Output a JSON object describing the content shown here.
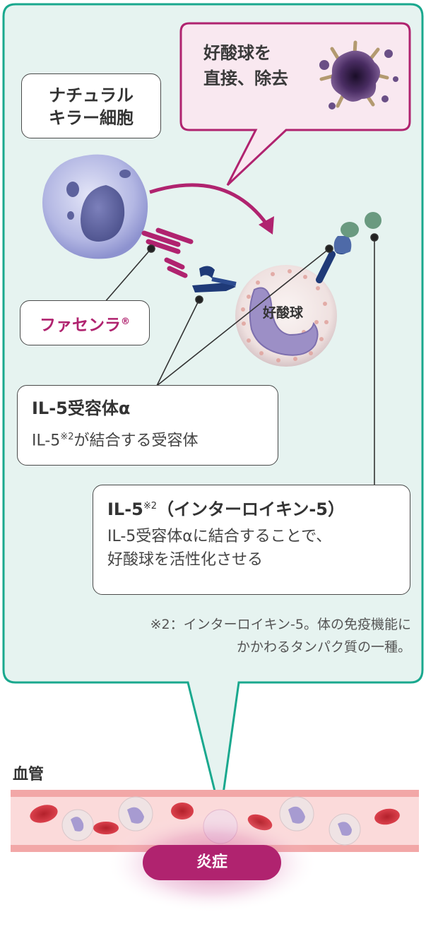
{
  "labels": {
    "nk_cell": [
      "ナチュラル",
      "キラー細胞"
    ],
    "eosinophil_callout": [
      "好酸球を",
      "直接、除去"
    ],
    "eosinophil": "好酸球",
    "drug_name": "ファセンラ",
    "drug_mark": "®",
    "receptor_title": "IL-5受容体α",
    "receptor_desc_pre": "IL-5",
    "receptor_desc_sup": "※2",
    "receptor_desc_post": "が結合する受容体",
    "il5_title_pre": "IL-5",
    "il5_title_sup": "※2",
    "il5_title_post": "（インターロイキン-5）",
    "il5_desc": [
      "IL-5受容体αに結合することで、",
      "好酸球を活性化させる"
    ],
    "footnote": [
      "※2：インターロイキン-5。体の免疫機能に",
      "かかわるタンパク質の一種。"
    ],
    "vessel": "血管",
    "inflammation": "炎症"
  },
  "colors": {
    "panel_bg": "#e6f3f0",
    "panel_border": "#1aa88e",
    "brand_magenta": "#b0236f",
    "callout_bg": "#f9e8f0",
    "receptor_navy": "#1f3a78",
    "il5_green": "#6a9a80",
    "vessel_pink": "#f6c2c2"
  }
}
